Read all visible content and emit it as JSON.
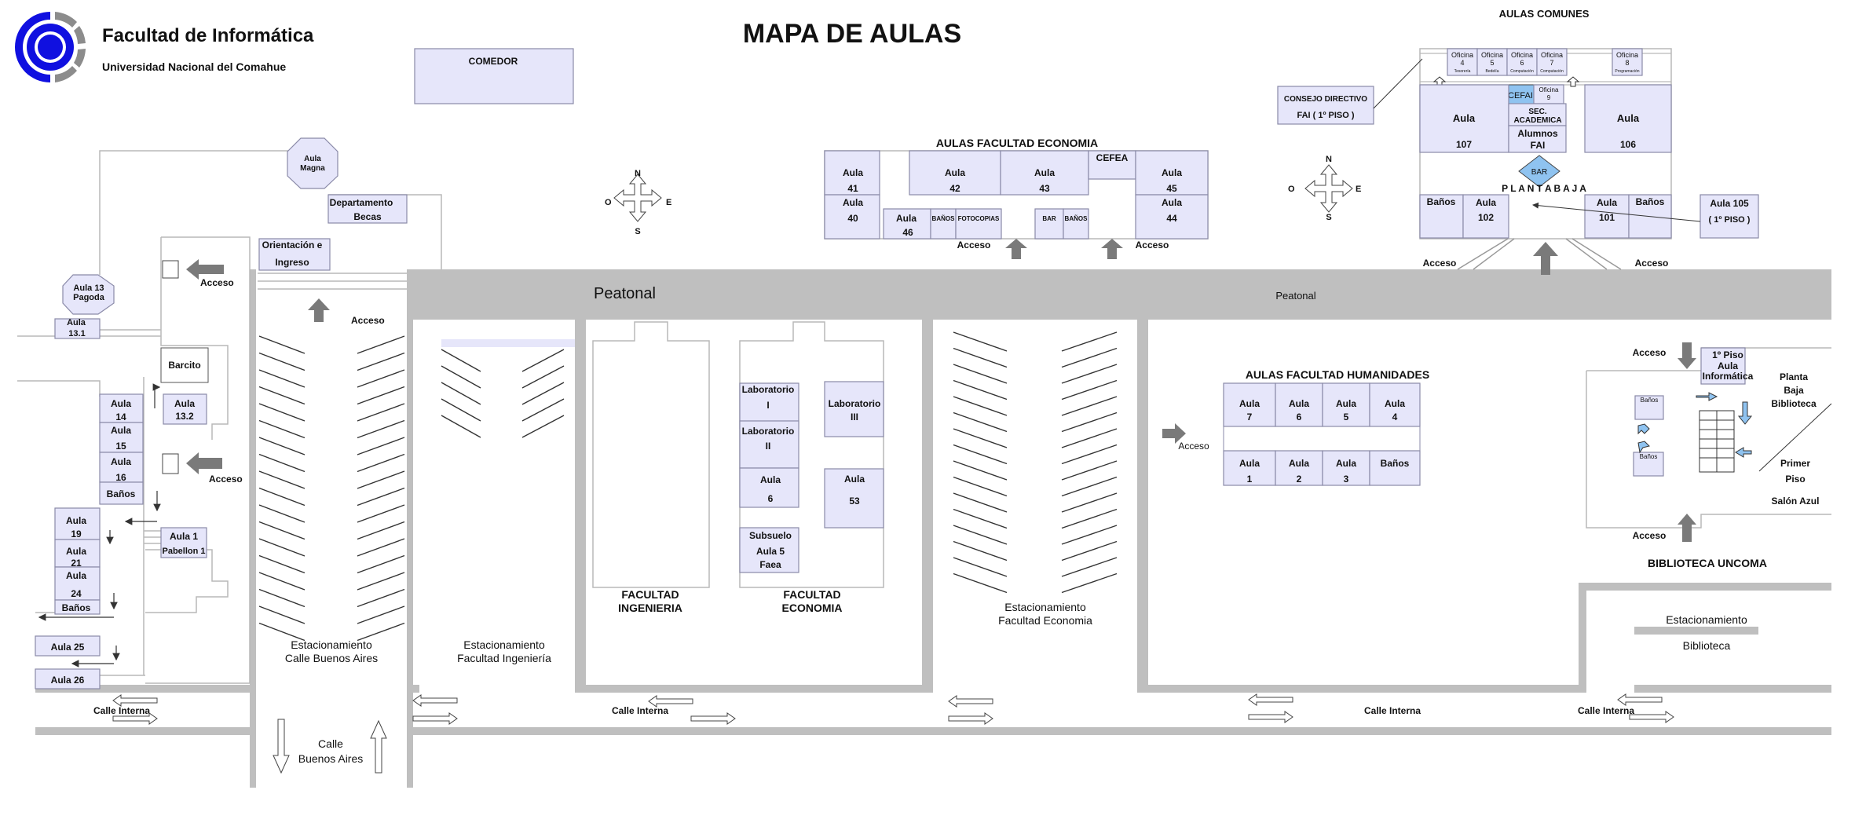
{
  "header": {
    "faculty": "Facultad de Informática",
    "university": "Universidad Nacional del Comahue",
    "title": "MAPA DE AULAS"
  },
  "colors": {
    "room_fill": "#e6e6fa",
    "room_stroke": "#8a8aa8",
    "road": "#bfbfbf",
    "logo_blue": "#1010e0",
    "logo_gray": "#8c8c8c",
    "bar": "#8fc3f0"
  },
  "labels": {
    "comedor": "COMEDOR",
    "aulas_comunes": "AULAS COMUNES",
    "aulas_fac_economia": "AULAS FACULTAD ECONOMIA",
    "aulas_fac_humanidades": "AULAS FACULTAD HUMANIDADES",
    "peatonal_big": "Peatonal",
    "peatonal_small": "Peatonal",
    "acceso": "Acceso",
    "cefea": "CEFEA",
    "banos": "Baños",
    "banos_caps": "BAÑOS",
    "fotocopias": "FOTOCOPIAS",
    "bar": "BAR",
    "consejo_1": "CONSEJO DIRECTIVO",
    "consejo_2": "FAI ( 1º PISO )",
    "planta_baja": "P L A N T A   B A J A",
    "cefai": "CEFAI",
    "sec_acad_1": "SEC.",
    "sec_acad_2": "ACADEMICA",
    "alumnos_1": "Alumnos",
    "alumnos_2": "FAI",
    "aula105_1": "Aula 105",
    "aula105_2": "( 1º PISO )",
    "aula_magna_1": "Aula",
    "aula_magna_2": "Magna",
    "depto_1": "Departamento",
    "depto_2": "Becas",
    "orient_1": "Orientación e",
    "orient_2": "Ingreso",
    "pagoda_1": "Aula  13",
    "pagoda_2": "Pagoda",
    "barcito": "Barcito",
    "aula1_1": "Aula 1",
    "aula1_2": "Pabellon 1",
    "fac_ing_1": "FACULTAD",
    "fac_ing_2": "INGENIERIA",
    "fac_eco_1": "FACULTAD",
    "fac_eco_2": "ECONOMIA",
    "lab1_1": "Laboratorio",
    "lab1_2": "I",
    "lab2_1": "Laboratorio",
    "lab2_2": "II",
    "lab3_1": "Laboratorio",
    "lab3_2": "III",
    "subsuelo_1": "Subsuelo",
    "subsuelo_2": "Aula 5",
    "subsuelo_3": "Faea",
    "est_bsas_1": "Estacionamiento",
    "est_bsas_2": "Calle Buenos Aires",
    "est_ing_1": "Estacionamiento",
    "est_ing_2": "Facultad Ingeniería",
    "est_eco_1": "Estacionamiento",
    "est_eco_2": "Facultad Economia",
    "est_bib_1": "Estacionamiento",
    "est_bib_2": "Biblioteca",
    "calle_interna": "Calle Interna",
    "calle_bsas_1": "Calle",
    "calle_bsas_2": "Buenos Aires",
    "biblioteca": "BIBLIOTECA UNCOMA",
    "piso1_1": "1º Piso",
    "piso1_2": "Aula",
    "piso1_3": "Informática",
    "pbaja_1": "Planta",
    "pbaja_2": "Baja",
    "pbaja_3": "Biblioteca",
    "primer_1": "Primer",
    "primer_2": "Piso",
    "salon_azul": "Salón Azul",
    "banos_small": "Baños",
    "aula": "Aula"
  },
  "compass": {
    "n": "N",
    "s": "S",
    "e": "E",
    "o": "O"
  },
  "oficinas": [
    {
      "l1": "Oficina",
      "l2": "4",
      "l3": "Tesorería"
    },
    {
      "l1": "Oficina",
      "l2": "5",
      "l3": "Bedelía"
    },
    {
      "l1": "Oficina",
      "l2": "6",
      "l3": "Computación"
    },
    {
      "l1": "Oficina",
      "l2": "7",
      "l3": "Computación"
    },
    {
      "l1": "Oficina",
      "l2": "8",
      "l3": "Programación"
    },
    {
      "l1": "Oficina",
      "l2": "9",
      "l3": ""
    }
  ],
  "room_numbers": {
    "a107": "107",
    "a106": "106",
    "a102": "102",
    "a101": "101",
    "a41": "41",
    "a42": "42",
    "a43": "43",
    "a45": "45",
    "a40": "40",
    "a46": "46",
    "a44": "44",
    "a7": "7",
    "a6": "6",
    "a5": "5",
    "a4": "4",
    "a1": "1",
    "a2": "2",
    "a3": "3",
    "a14": "14",
    "a15": "15",
    "a16": "16",
    "a19": "19",
    "a21": "21",
    "a24": "24",
    "a53": "53",
    "a6e": "6"
  },
  "left_rooms": {
    "a131": "Aula\n13.1",
    "a132": "Aula",
    "a132n": "13.2",
    "a25": "Aula  25",
    "a26": "Aula 26"
  }
}
